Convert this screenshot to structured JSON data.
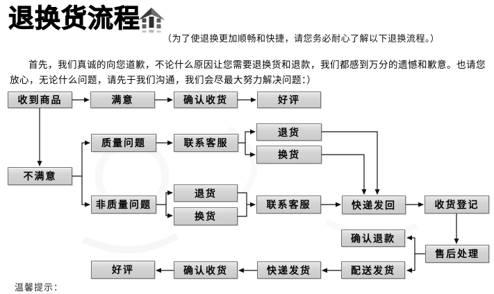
{
  "header": {
    "title": "退换货流程",
    "subtitle": "（为了使退换更加顺畅和快捷，请您务必耐心了解以下退换流程。）",
    "logo": "house-logo-icon"
  },
  "intro": "首先，我们真诚的向您道歉，不论什么原因让您需要退换货和退款，我们都感到万分的遗憾和歉意。也请您放心，无论什么问题，请先于我们沟通，我们会尽最大努力解决问题：）",
  "note_label": "温馨提示：",
  "flowchart": {
    "box_fill": "#d2d2d2",
    "box_border": "#6f6f6f",
    "arrow_color": "#111111",
    "nodes": {
      "received": "收到商品",
      "satisfied": "满意",
      "confirm_receipt_1": "确认收货",
      "good_review_1": "好评",
      "quality_issue": "质量问题",
      "contact_service_1": "联系客服",
      "return_1": "退货",
      "exchange_1": "换货",
      "unsatisfied": "不满意",
      "non_quality_issue": "非质量问题",
      "return_2": "退货",
      "exchange_2": "换货",
      "contact_service_2": "联系客服",
      "courier_return": "快递发回",
      "receipt_register": "收货登记",
      "confirm_refund": "确认退款",
      "after_sales": "售后处理",
      "dispatch_goods": "配送发货",
      "courier_send": "快递发货",
      "confirm_receipt_2": "确认收货",
      "good_review_2": "好评"
    },
    "edges": [
      [
        "received",
        "satisfied"
      ],
      [
        "satisfied",
        "confirm_receipt_1"
      ],
      [
        "confirm_receipt_1",
        "good_review_1"
      ],
      [
        "received",
        "unsatisfied"
      ],
      [
        "unsatisfied",
        "quality_issue"
      ],
      [
        "unsatisfied",
        "non_quality_issue"
      ],
      [
        "quality_issue",
        "contact_service_1"
      ],
      [
        "contact_service_1",
        "return_1"
      ],
      [
        "contact_service_1",
        "exchange_1"
      ],
      [
        "return_1",
        "courier_return"
      ],
      [
        "exchange_1",
        "courier_return"
      ],
      [
        "non_quality_issue",
        "return_2"
      ],
      [
        "non_quality_issue",
        "exchange_2"
      ],
      [
        "return_2",
        "contact_service_2"
      ],
      [
        "exchange_2",
        "contact_service_2"
      ],
      [
        "contact_service_2",
        "courier_return"
      ],
      [
        "courier_return",
        "receipt_register"
      ],
      [
        "receipt_register",
        "after_sales"
      ],
      [
        "after_sales",
        "confirm_refund"
      ],
      [
        "after_sales",
        "dispatch_goods"
      ],
      [
        "dispatch_goods",
        "courier_send"
      ],
      [
        "courier_send",
        "confirm_receipt_2"
      ],
      [
        "confirm_receipt_2",
        "good_review_2"
      ]
    ]
  }
}
